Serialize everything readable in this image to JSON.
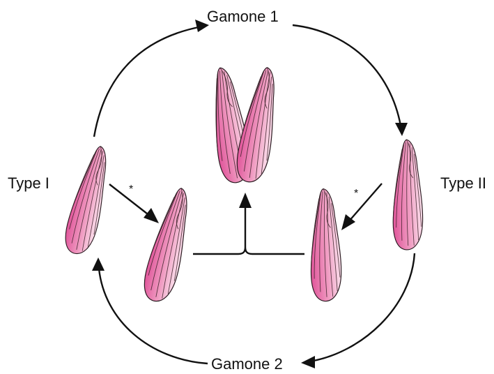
{
  "labels": {
    "gamone1": "Gamone 1",
    "gamone2": "Gamone 2",
    "type1": "Type I",
    "type2": "Type II",
    "star_left": "*",
    "star_right": "*"
  },
  "colors": {
    "cell_dark": "#e0559a",
    "cell_light": "#fbe3ee",
    "stroke": "#111111"
  }
}
